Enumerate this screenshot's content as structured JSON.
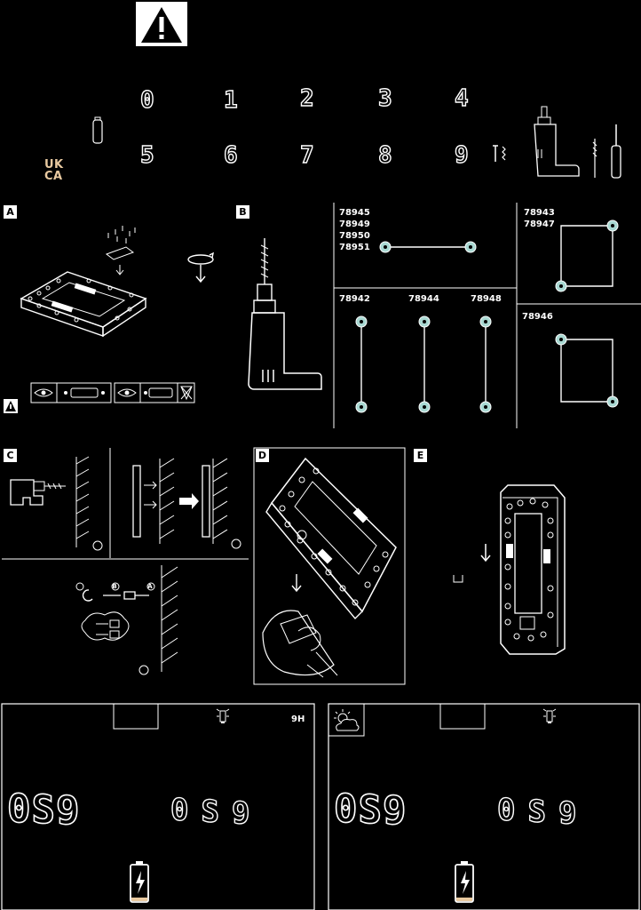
{
  "digits_row1": [
    "0",
    "1",
    "2",
    "3",
    "4"
  ],
  "digits_row2": [
    "5",
    "6",
    "7",
    "8",
    "9"
  ],
  "ukca": {
    "line1": "UK",
    "line2": "CA"
  },
  "steps": {
    "a": "A",
    "b": "B",
    "c": "C",
    "d": "D",
    "e": "E"
  },
  "codes": {
    "group1": [
      "78945",
      "78949",
      "78950",
      "78951"
    ],
    "group2": [
      "78943",
      "78947"
    ],
    "c78942": "78942",
    "c78944": "78944",
    "c78948": "78948",
    "c78946": "78946"
  },
  "sub_markers": {
    "c": "C",
    "b": "B",
    "a": "A"
  },
  "panel_left": {
    "hours": "9H",
    "big": "0S9",
    "mid": "0S9"
  },
  "panel_right": {
    "big": "0S9",
    "mid": "0S9"
  },
  "colors": {
    "accent": "#a8d8d2",
    "ukca": "#e8c9a0"
  }
}
